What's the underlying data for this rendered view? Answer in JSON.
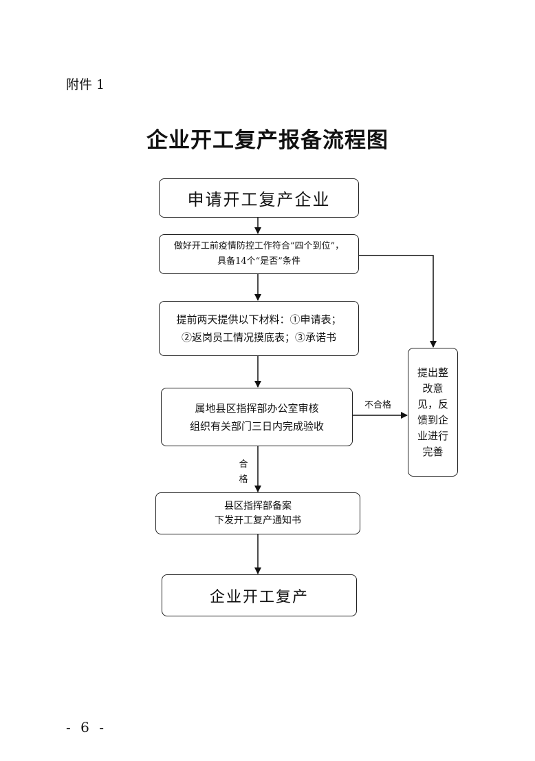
{
  "document": {
    "attachment_label": "附件 1",
    "title": "企业开工复产报备流程图",
    "page_number": "- 6 -"
  },
  "flowchart": {
    "step1": {
      "lines": [
        "申请开工复产企业"
      ]
    },
    "step2": {
      "lines": [
        "做好开工前疫情防控工作符合“四个到位”，",
        "具备14个“是否”条件"
      ]
    },
    "step3": {
      "lines": [
        "提前两天提供以下材料：①申请表；",
        "②返岗员工情况摸底表；③承诺书"
      ]
    },
    "step4": {
      "lines": [
        "属地县区指挥部办公室审核",
        "组织有关部门三日内完成验收"
      ]
    },
    "step5": {
      "lines": [
        "县区指挥部备案",
        "下发开工复产通知书"
      ]
    },
    "step6": {
      "lines": [
        "企业开工复产"
      ]
    },
    "rectify": {
      "lines": [
        "提出整改意",
        "见，反馈到企",
        "业进行完善"
      ]
    },
    "labels": {
      "fail": "不合格",
      "pass_1": "合",
      "pass_2": "格"
    }
  }
}
